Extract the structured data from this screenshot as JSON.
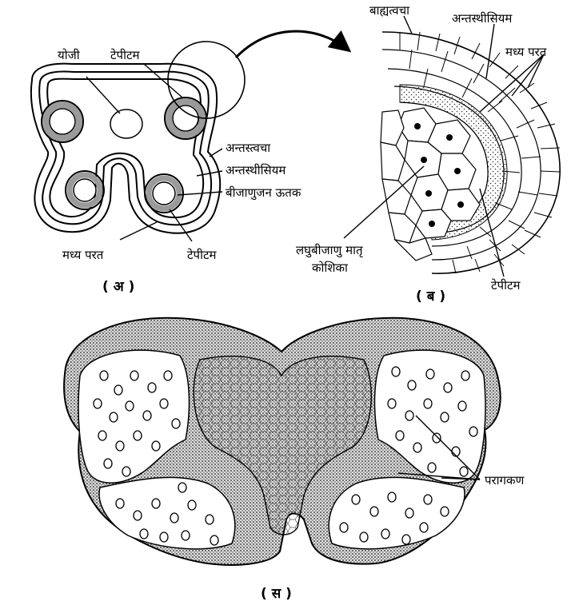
{
  "panel_a": {
    "caption": "( अ )",
    "labels": {
      "yoji": "योजी",
      "tapetum_top": "टेपीटम",
      "endothecium_skin": "अन्तस्त्वचा",
      "endothecium": "अन्तस्थीसियम",
      "sporogenous_tissue": "बीजाणुजन ऊतक",
      "middle_layer": "मध्य परत",
      "tapetum_bottom": "टेपीटम"
    },
    "colors": {
      "tapetum_fill": "#9a9a9a",
      "line": "#000000"
    }
  },
  "panel_b": {
    "caption": "( ब )",
    "labels": {
      "epidermis": "बाह्यत्वचा",
      "endothecium": "अन्तस्थीसियम",
      "middle_layer": "मध्य परत",
      "mother_cell_line1": "लघुबीजाणु मातृ",
      "mother_cell_line2": "कोशिका",
      "tapetum": "टेपीटम"
    }
  },
  "panel_c": {
    "caption": "( स )",
    "labels": {
      "pollen": "परागकण"
    },
    "colors": {
      "wall_shade": "#4a4a4a"
    }
  }
}
